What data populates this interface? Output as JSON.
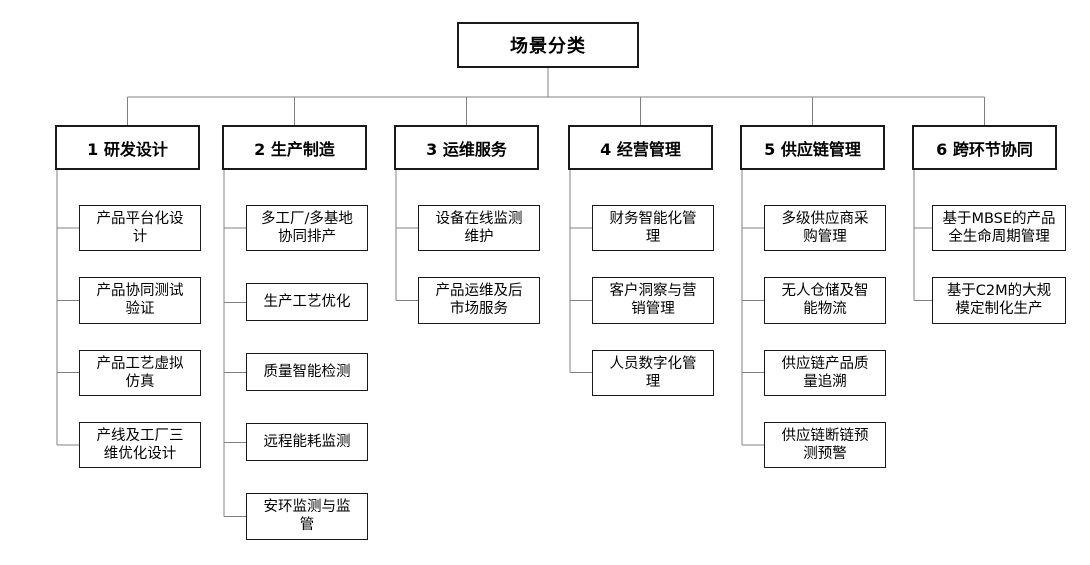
{
  "root": {
    "label": "场景分类"
  },
  "columns": [
    {
      "id": "rd-design",
      "label": "1 研发设计",
      "children": [
        "产品平台化设计",
        "产品协同测试验证",
        "产品工艺虚拟仿真",
        "产线及工厂三维优化设计"
      ]
    },
    {
      "id": "production",
      "label": "2 生产制造",
      "children": [
        "多工厂/多基地协同排产",
        "生产工艺优化",
        "质量智能检测",
        "远程能耗监测",
        "安环监测与监管"
      ]
    },
    {
      "id": "operations-service",
      "label": "3 运维服务",
      "children": [
        "设备在线监测维护",
        "产品运维及后市场服务"
      ]
    },
    {
      "id": "business-management",
      "label": "4 经营管理",
      "children": [
        "财务智能化管理",
        "客户洞察与营销管理",
        "人员数字化管理"
      ]
    },
    {
      "id": "supply-chain",
      "label": "5 供应链管理",
      "children": [
        "多级供应商采购管理",
        "无人仓储及智能物流",
        "供应链产品质量追溯",
        "供应链断链预测预警"
      ]
    },
    {
      "id": "cross-link-collaboration",
      "label": "6 跨环节协同",
      "children": [
        "基于MBSE的产品全生命周期管理",
        "基于C2M的大规模定制化生产"
      ]
    }
  ],
  "colors": {
    "border": "#1a1a1a",
    "connector": "#808080",
    "background": "#ffffff"
  }
}
